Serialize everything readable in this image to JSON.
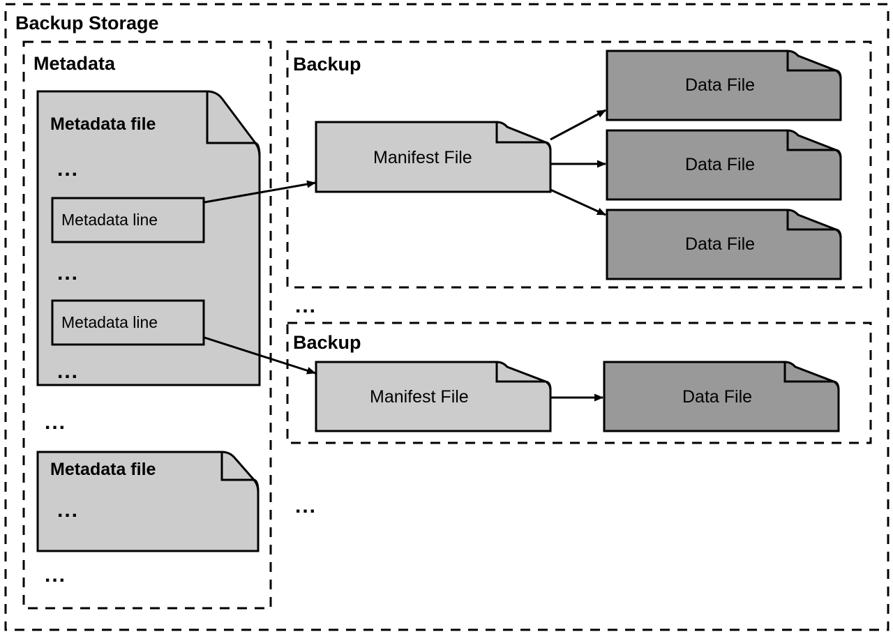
{
  "diagram": {
    "title": "Backup Storage",
    "outer_container_label": "Backup Storage",
    "ellipsis": "...",
    "colors": {
      "light_file_fill": "#cccccc",
      "dark_file_fill": "#999999",
      "stroke": "#000000",
      "background": "#ffffff"
    },
    "metadata_section": {
      "label": "Metadata",
      "files": [
        {
          "title": "Metadata file",
          "ellipsis_top": "...",
          "lines": [
            {
              "label": "Metadata line"
            },
            {
              "label": "Metadata line"
            }
          ],
          "ellipsis_middle": "...",
          "ellipsis_bottom": "..."
        },
        {
          "title": "Metadata file",
          "ellipsis_inner": "..."
        }
      ],
      "ellipsis_between_files": "...",
      "ellipsis_after_files": "..."
    },
    "backup_sections": [
      {
        "label": "Backup",
        "manifest": {
          "label": "Manifest File"
        },
        "data_files": [
          {
            "label": "Data File"
          },
          {
            "label": "Data File"
          },
          {
            "label": "Data File"
          }
        ]
      },
      {
        "label": "Backup",
        "manifest": {
          "label": "Manifest File"
        },
        "data_files": [
          {
            "label": "Data File"
          }
        ]
      }
    ],
    "ellipsis_between_backups": "...",
    "ellipsis_after_backups": "..."
  }
}
